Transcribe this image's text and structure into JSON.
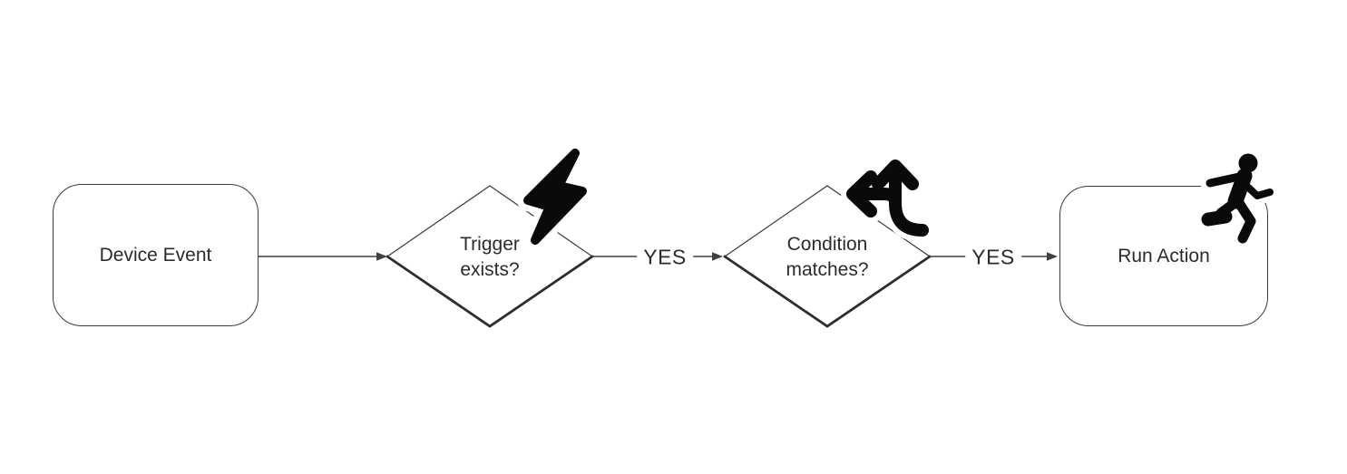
{
  "diagram": {
    "type": "flowchart",
    "direction": "left-to-right",
    "nodes": [
      {
        "id": "device-event",
        "shape": "rounded-rectangle",
        "label": "Device Event",
        "icon": null
      },
      {
        "id": "trigger-exists",
        "shape": "decision-diamond",
        "label": "Trigger exists?",
        "icon": "lightning-bolt-icon"
      },
      {
        "id": "condition-matches",
        "shape": "decision-diamond",
        "label": "Condition matches?",
        "icon": "split-arrows-icon"
      },
      {
        "id": "run-action",
        "shape": "rounded-rectangle",
        "label": "Run Action",
        "icon": "running-person-icon"
      }
    ],
    "edges": [
      {
        "from": "device-event",
        "to": "trigger-exists",
        "label": ""
      },
      {
        "from": "trigger-exists",
        "to": "condition-matches",
        "label": "YES"
      },
      {
        "from": "condition-matches",
        "to": "run-action",
        "label": "YES"
      }
    ],
    "colors": {
      "background": "#ffffff",
      "shape_stroke": "#3a3a3a",
      "connector": "#3f3f3f",
      "text": "#2b2b2b",
      "icon": "#0a0a0a"
    }
  }
}
